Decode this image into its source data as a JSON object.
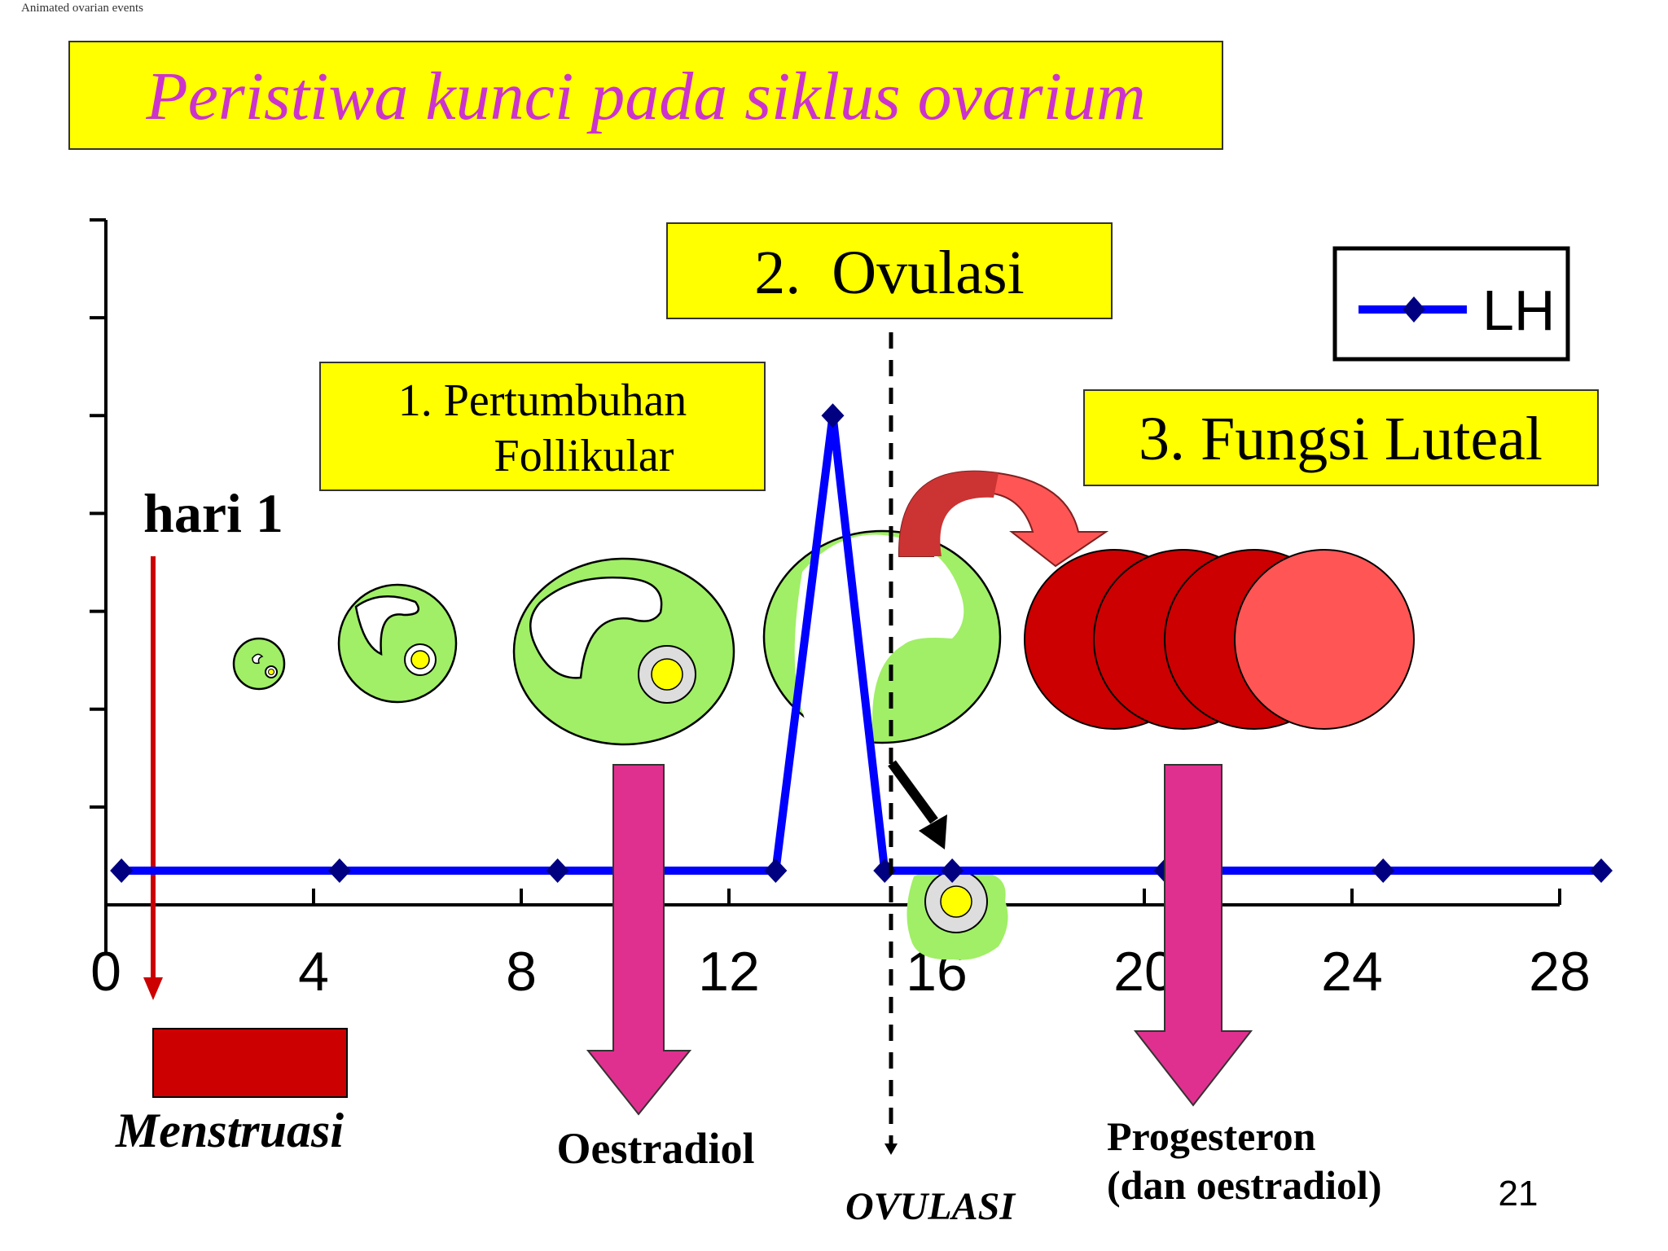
{
  "header_note": "Animated ovarian events",
  "title": "Peristiwa kunci pada siklus ovarium",
  "phases": {
    "follicular": [
      "1. Pertumbuhan",
      "Follikular"
    ],
    "ovulation": "2.  Ovulasi",
    "luteal": "3. Fungsi Luteal"
  },
  "day_label": "hari 1",
  "legend": {
    "series_name": "LH"
  },
  "labels": {
    "menstruation": "Menstruasi",
    "estradiol": "Oestradiol",
    "ovulation_marker": "OVULASI",
    "progesterone_line1": "Progesteron",
    "progesterone_line2": "(dan oestradiol)"
  },
  "page_number": "21",
  "colors": {
    "title_box": "#ffff00",
    "title_text": "#cc33cc",
    "lh_line": "#0000ff",
    "lh_marker": "#000080",
    "follicle": "#a0ef66",
    "corpus_luteum_dark": "#cc0000",
    "corpus_luteum_light": "#ff5555",
    "hormone_arrow": "#e0308f",
    "menses_bar": "#cc0000",
    "day_arrow": "#cc0000"
  },
  "chart_data": {
    "type": "line",
    "xlim": [
      0,
      28
    ],
    "x_ticks": [
      "0",
      "4",
      "8",
      "12",
      "16",
      "20",
      "24",
      "28"
    ],
    "series": [
      {
        "name": "LH",
        "x": [
          0.3,
          4.5,
          8.7,
          12.9,
          14.0,
          15.0,
          16.3,
          20.4,
          24.6,
          28.8
        ],
        "y": [
          0.35,
          0.35,
          0.35,
          0.35,
          5.0,
          0.35,
          0.35,
          0.35,
          0.35,
          0.35
        ]
      }
    ],
    "ylim": [
      0,
      7
    ],
    "y_tick_count": 7,
    "ovulation_day": 15,
    "menstruation_days": [
      1,
      4.7
    ]
  }
}
